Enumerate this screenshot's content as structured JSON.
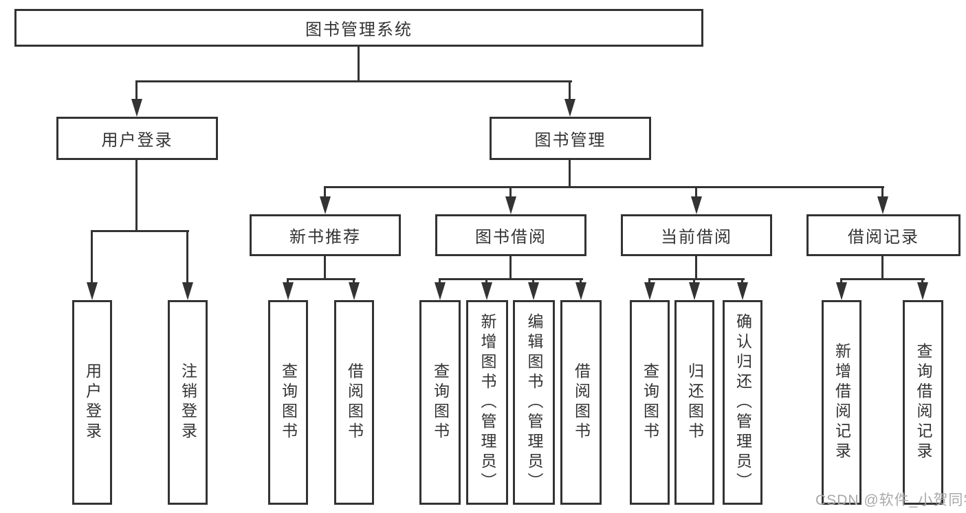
{
  "diagram": {
    "title": "图书管理系统",
    "type": "functional-structure-tree",
    "colors": {
      "background": "#ffffff",
      "line": "#333333",
      "box_border": "#333333",
      "text": "#333333",
      "watermark": "#a9a9a9"
    }
  },
  "tree": {
    "label": "图书管理系统",
    "children": [
      {
        "label": "用户登录",
        "children": [
          {
            "label": "用户登录"
          },
          {
            "label": "注销登录"
          }
        ]
      },
      {
        "label": "图书管理",
        "children": [
          {
            "label": "新书推荐",
            "children": [
              {
                "label": "查询图书"
              },
              {
                "label": "借阅图书"
              }
            ]
          },
          {
            "label": "图书借阅",
            "children": [
              {
                "label": "查询图书"
              },
              {
                "label": "新增图书（管理员）"
              },
              {
                "label": "编辑图书（管理员）"
              },
              {
                "label": "借阅图书"
              }
            ]
          },
          {
            "label": "当前借阅",
            "children": [
              {
                "label": "查询图书"
              },
              {
                "label": "归还图书"
              },
              {
                "label": "确认归还（管理员）"
              }
            ]
          },
          {
            "label": "借阅记录",
            "children": [
              {
                "label": "新增借阅记录"
              },
              {
                "label": "查询借阅记录"
              }
            ]
          }
        ]
      }
    ]
  },
  "watermark": {
    "text": "CSDN @软件_小贺同学"
  }
}
